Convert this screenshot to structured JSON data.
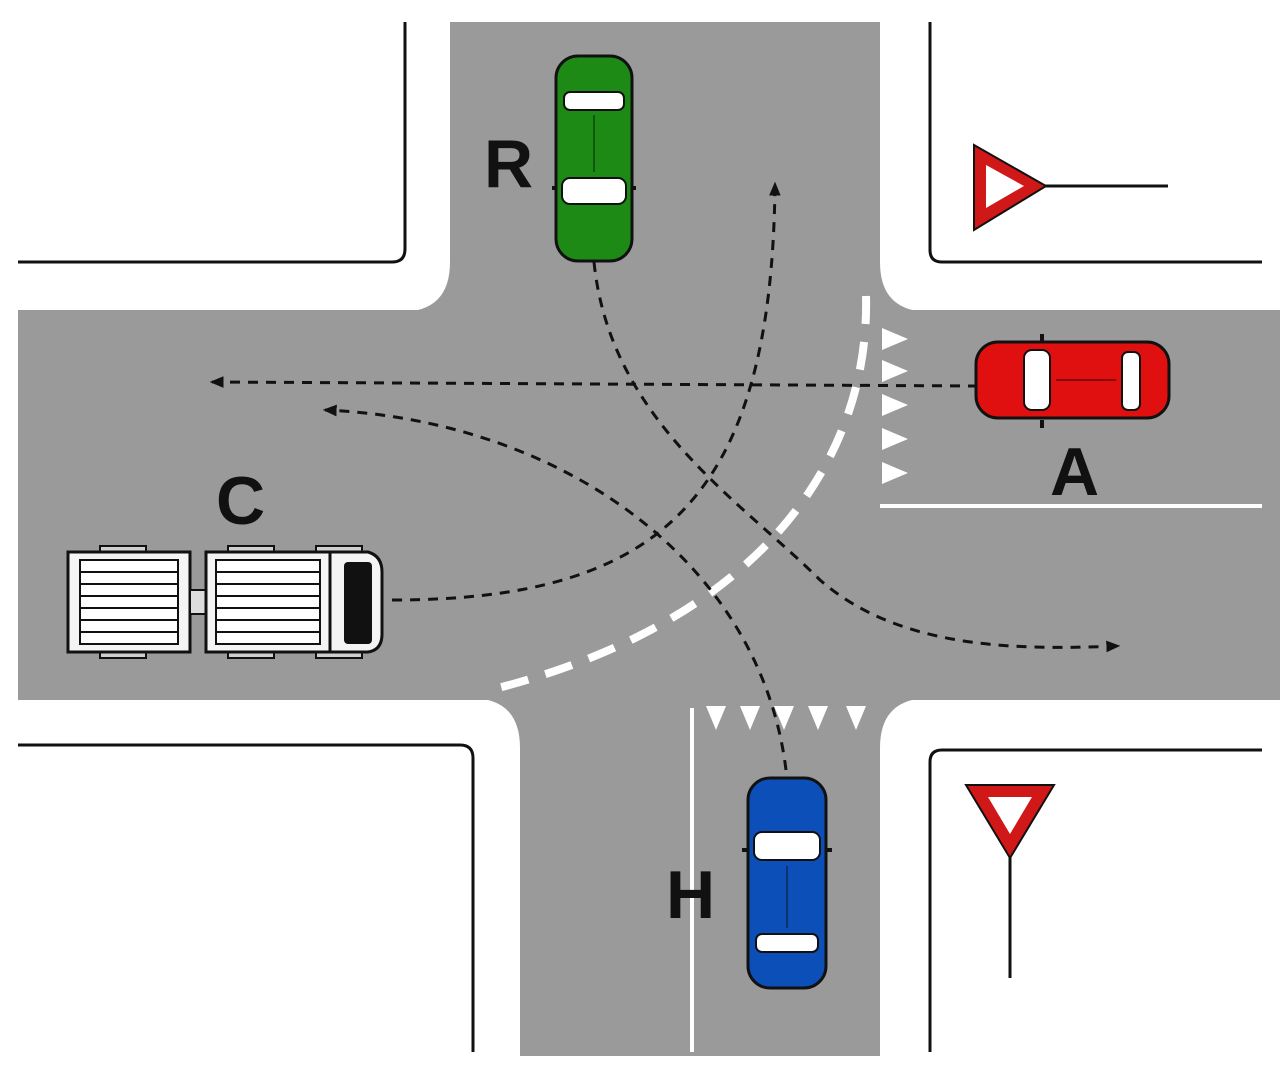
{
  "diagram": {
    "type": "intersection",
    "labels": {
      "r": "R",
      "a": "A",
      "c": "C",
      "h": "H"
    },
    "colors": {
      "road": "#9a9a9a",
      "sidewalk": "#ffffff",
      "car_r": "#1e8a16",
      "car_a": "#e01010",
      "car_h": "#0c4fb8",
      "truck": "#f4f4f4",
      "sign_red": "#d01818",
      "markings": "#ffffff"
    },
    "icons": [
      "yield-sign-icon",
      "yield-sign-icon"
    ]
  }
}
